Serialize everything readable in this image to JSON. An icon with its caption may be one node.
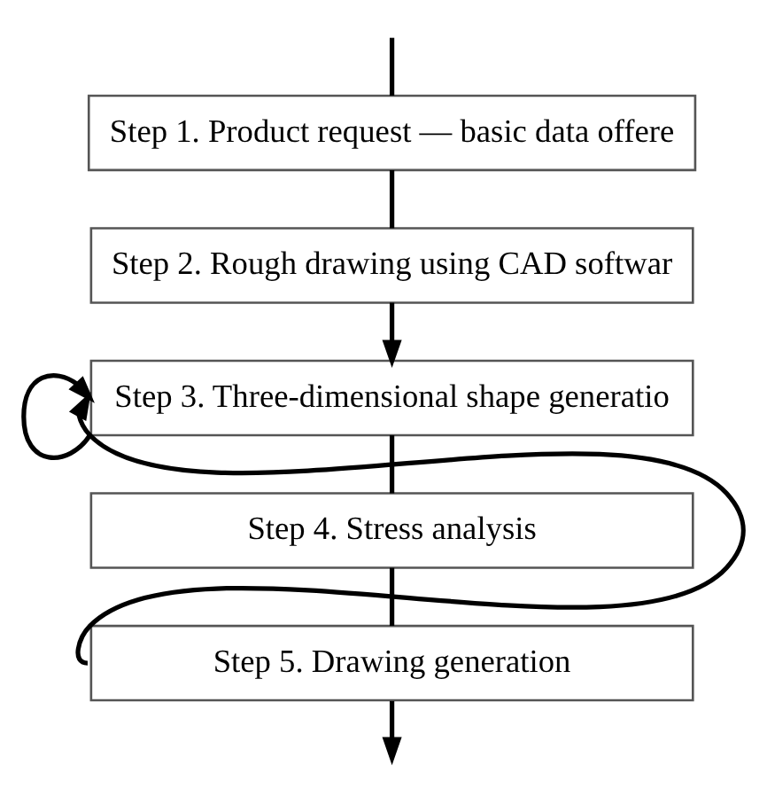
{
  "diagram": {
    "nodes": [
      {
        "text": [
          "Step 1. Product request — basic data offere"
        ]
      },
      {
        "text": [
          "Step 2. Rough drawing using CAD softwar"
        ]
      },
      {
        "text": [
          "Step 3. Three-dimensional shape generatio"
        ]
      },
      {
        "text": [
          "Step 4. Stress analysis"
        ]
      },
      {
        "text": [
          "Step 5. Drawing generation"
        ]
      }
    ],
    "edges": [
      {
        "from": null,
        "to": 0,
        "arrow": "none"
      },
      {
        "from": 0,
        "to": 1,
        "arrow": "none"
      },
      {
        "from": 1,
        "to": 2,
        "arrow": "to"
      },
      {
        "from": 2,
        "to": 3,
        "arrow": "none"
      },
      {
        "from": 3,
        "to": 4,
        "arrow": "none"
      },
      {
        "from": 4,
        "to": null,
        "arrow": "to"
      },
      {
        "from": 2,
        "to": 2,
        "arrow": "to"
      },
      {
        "from": 4,
        "to": 2,
        "arrow": "to"
      }
    ]
  }
}
